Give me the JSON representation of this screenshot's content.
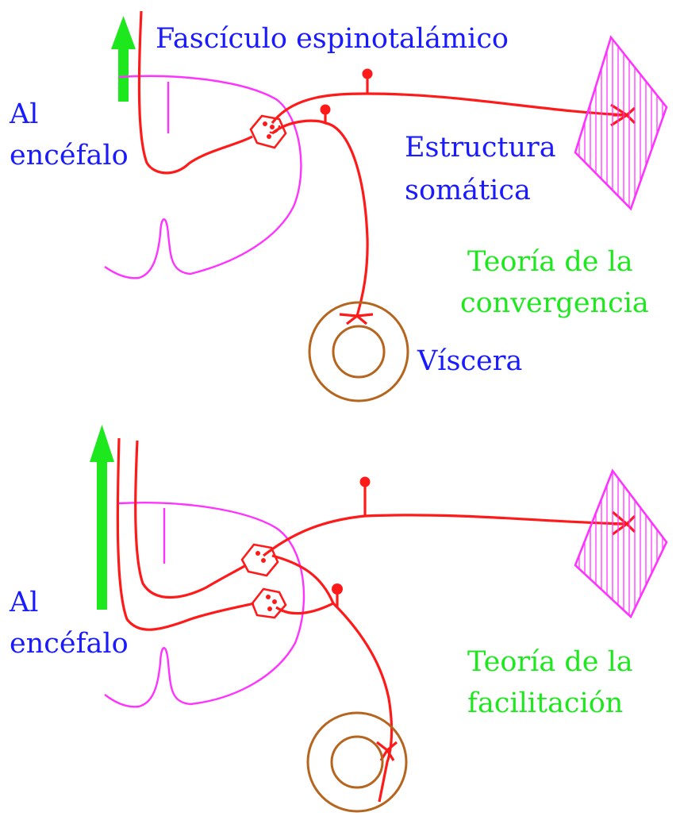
{
  "top": {
    "tract_label": "Fascículo espinotalámico",
    "brain_label_line1": "Al",
    "brain_label_line2": "encéfalo",
    "somatic_label_line1": "Estructura",
    "somatic_label_line2": "somática",
    "viscera_label": "Víscera",
    "theory_line1": "Teoría de la",
    "theory_line2": "convergencia"
  },
  "bottom": {
    "brain_label_line1": "Al",
    "brain_label_line2": "encéfalo",
    "theory_line1": "Teoría de la",
    "theory_line2": "facilitación"
  },
  "colors": {
    "neuron": "#ff1a1a",
    "spinal_cord": "#ff33ff",
    "viscera": "#b5651d",
    "arrow": "#1de81d",
    "label_blue": "#1a1aff",
    "label_green": "#1de81d"
  }
}
